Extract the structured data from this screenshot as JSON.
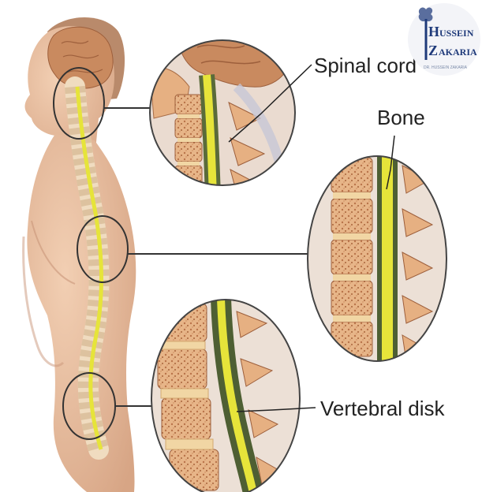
{
  "labels": {
    "spinal_cord": "Spinal cord",
    "bone": "Bone",
    "vertebral_disk": "Vertebral disk"
  },
  "logo": {
    "line1": "USSEIN",
    "line2": "AKARIA",
    "initial1": "H",
    "initial2": "Z",
    "subtitle": "DR. HUSSEIN ZAKARIA"
  },
  "colors": {
    "skin": "#e9bf9f",
    "skin_shadow": "#d49f80",
    "spinal_cord": "#e6e43a",
    "bone": "#e9b98c",
    "bone_marrow": "#c98a5b",
    "disk": "#f1d6a4",
    "brain": "#c98a5f",
    "logo": "#1f3a7a"
  }
}
